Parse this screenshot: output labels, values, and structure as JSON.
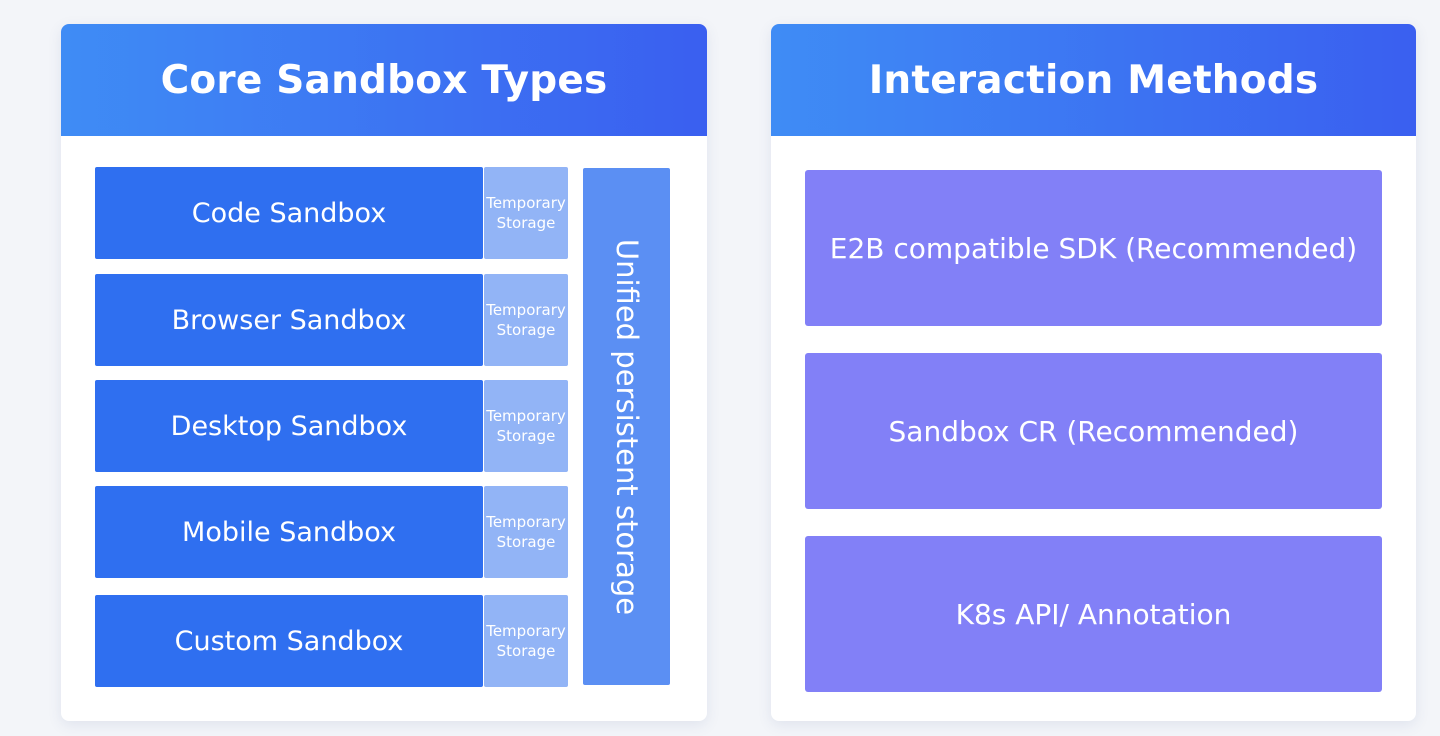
{
  "left_panel": {
    "title": "Core Sandbox Types",
    "sandboxes": [
      {
        "label": "Code Sandbox",
        "storage": [
          "Temporary",
          "Storage"
        ]
      },
      {
        "label": "Browser Sandbox",
        "storage": [
          "Temporary",
          "Storage"
        ]
      },
      {
        "label": "Desktop Sandbox",
        "storage": [
          "Temporary",
          "Storage"
        ]
      },
      {
        "label": "Mobile Sandbox",
        "storage": [
          "Temporary",
          "Storage"
        ]
      },
      {
        "label": "Custom Sandbox",
        "storage": [
          "Temporary",
          "Storage"
        ]
      }
    ],
    "unified_storage": "Unified persistent storage"
  },
  "right_panel": {
    "title": "Interaction Methods",
    "methods": [
      "E2B compatible SDK (Recommended)",
      "Sandbox CR (Recommended)",
      "K8s API/ Annotation"
    ]
  },
  "colors": {
    "header_gradient_start": "#3f8cf5",
    "header_gradient_end": "#3a5ff0",
    "sandbox": "#2f6ff0",
    "temporary_storage": "#92b4f6",
    "unified_storage": "#5b8ff3",
    "method": "#8280f7"
  }
}
